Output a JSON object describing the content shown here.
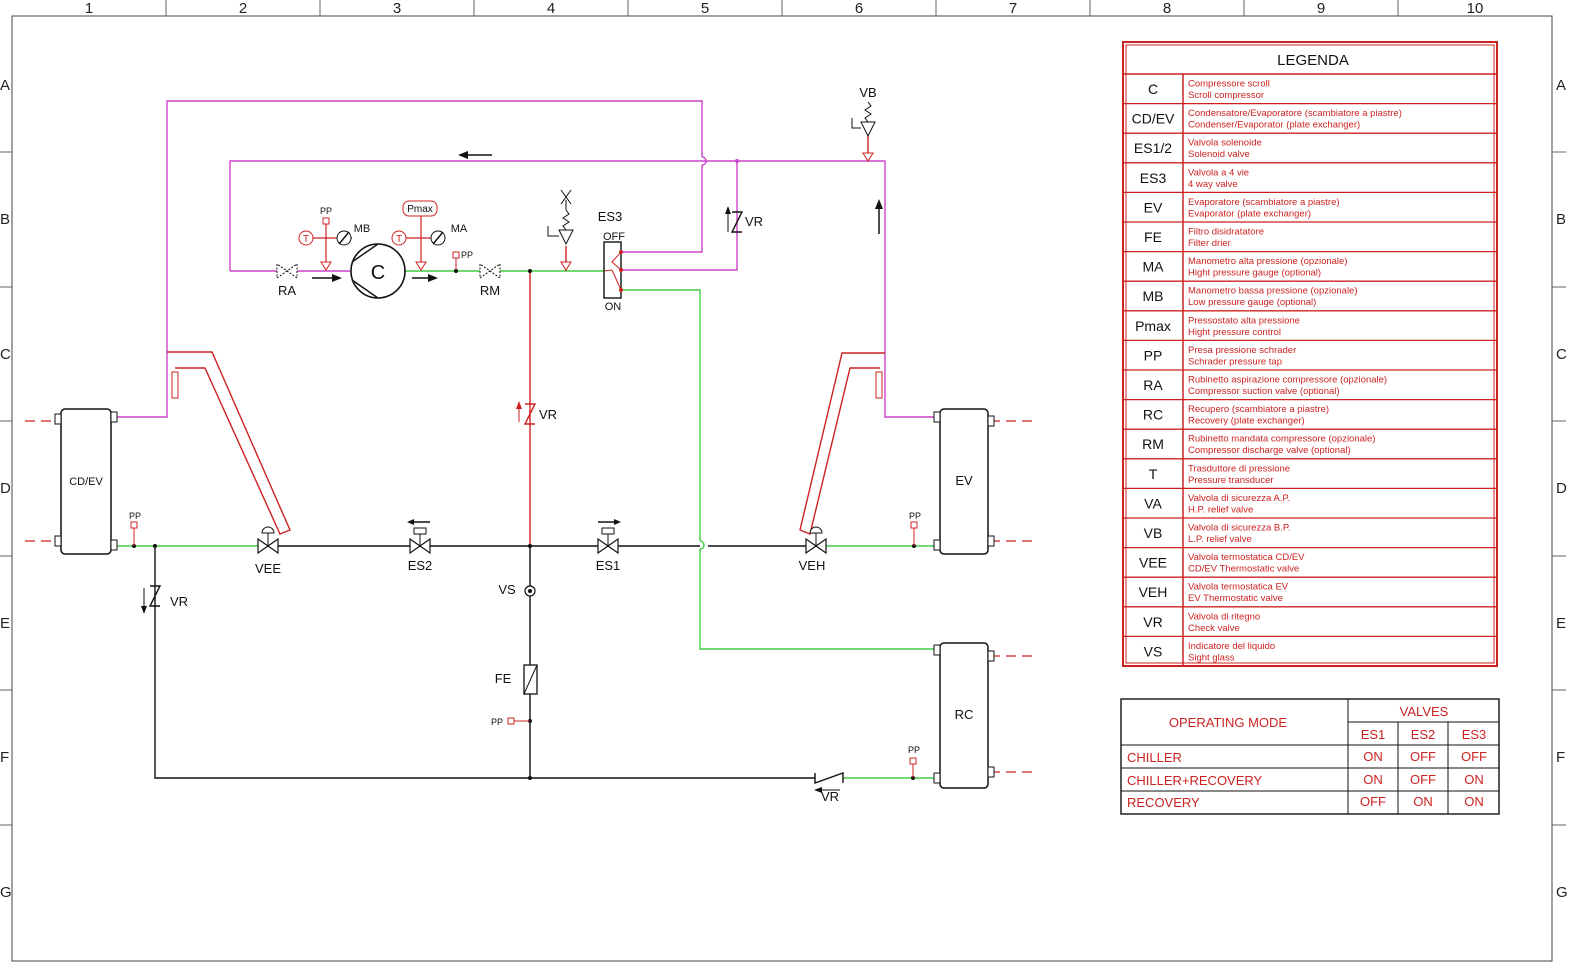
{
  "frame": {
    "columns": [
      "1",
      "2",
      "3",
      "4",
      "5",
      "6",
      "7",
      "8",
      "9",
      "10"
    ],
    "rows": [
      "A",
      "B",
      "C",
      "D",
      "E",
      "F",
      "G"
    ]
  },
  "components": {
    "cdev": "CD/EV",
    "ev": "EV",
    "rc": "RC",
    "compressor": "C",
    "ra": "RA",
    "rm": "RM",
    "es3": "ES3",
    "es3_off": "OFF",
    "es3_on": "ON",
    "vb": "VB",
    "vr": "VR",
    "vee": "VEE",
    "veh": "VEH",
    "es1": "ES1",
    "es2": "ES2",
    "vs": "VS",
    "fe": "FE",
    "pp": "PP",
    "mb": "MB",
    "ma": "MA",
    "pmax": "Pmax",
    "t": "T"
  },
  "legend": {
    "title": "LEGENDA",
    "items": [
      {
        "code": "C",
        "it": "Compressore scroll",
        "en": "Scroll compressor"
      },
      {
        "code": "CD/EV",
        "it": "Condensatore/Evaporatore (scambiatore a piastre)",
        "en": "Condenser/Evaporator (plate exchanger)"
      },
      {
        "code": "ES1/2",
        "it": "Valvola solenoide",
        "en": "Solenoid valve"
      },
      {
        "code": "ES3",
        "it": "Valvola a 4 vie",
        "en": "4 way valve"
      },
      {
        "code": "EV",
        "it": "Evaporatore (scambiatore a piastre)",
        "en": "Evaporator (plate exchanger)"
      },
      {
        "code": "FE",
        "it": "Filtro disidratatore",
        "en": "Filter drier"
      },
      {
        "code": "MA",
        "it": "Manometro alta pressione (opzionale)",
        "en": "Hight pressure gauge (optional)"
      },
      {
        "code": "MB",
        "it": "Manometro bassa pressione (opzionale)",
        "en": "Low pressure gauge (optional)"
      },
      {
        "code": "Pmax",
        "it": "Pressostato alta pressione",
        "en": "Hight pressure control"
      },
      {
        "code": "PP",
        "it": "Presa pressione schrader",
        "en": "Schrader pressure tap"
      },
      {
        "code": "RA",
        "it": "Rubinetto aspirazione compressore (opzionale)",
        "en": "Compressor suction valve (optional)"
      },
      {
        "code": "RC",
        "it": "Recupero (scambiatore a piastre)",
        "en": "Recovery (plate exchanger)"
      },
      {
        "code": "RM",
        "it": "Rubinetto mandata compressore (opzionale)",
        "en": "Compressor discharge valve (optional)"
      },
      {
        "code": "T",
        "it": "Trasduttore di pressione",
        "en": "Pressure transducer"
      },
      {
        "code": "VA",
        "it": "Valvola di sicurezza A.P.",
        "en": "H.P. relief valve"
      },
      {
        "code": "VB",
        "it": "Valvola di sicurezza B.P.",
        "en": "L.P. relief valve"
      },
      {
        "code": "VEE",
        "it": "Valvola termostatica CD/EV",
        "en": "CD/EV Thermostatic valve"
      },
      {
        "code": "VEH",
        "it": "Valvola termostatica EV",
        "en": "EV Thermostatic valve"
      },
      {
        "code": "VR",
        "it": "Valvola di ritegno",
        "en": "Check valve"
      },
      {
        "code": "VS",
        "it": "Indicatore del liquido",
        "en": "Sight glass"
      }
    ]
  },
  "modes": {
    "header_mode": "OPERATING MODE",
    "header_valves": "VALVES",
    "valves": [
      "ES1",
      "ES2",
      "ES3"
    ],
    "rows": [
      {
        "name": "CHILLER",
        "states": [
          "ON",
          "OFF",
          "OFF"
        ]
      },
      {
        "name": "CHILLER+RECOVERY",
        "states": [
          "ON",
          "OFF",
          "ON"
        ]
      },
      {
        "name": "RECOVERY",
        "states": [
          "OFF",
          "ON",
          "ON"
        ]
      }
    ]
  },
  "colors": {
    "suction": "#cc44cc",
    "discharge": "#44cc44",
    "liquid": "#cc2222",
    "line": "#111111",
    "table": "#cc2222"
  }
}
